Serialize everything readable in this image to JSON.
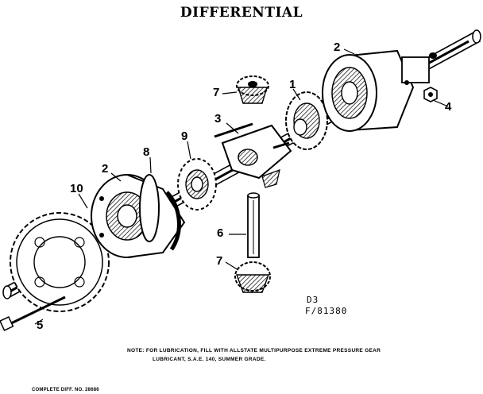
{
  "title": "DIFFERENTIAL",
  "callouts": {
    "c1": "1",
    "c2a": "2",
    "c2b": "2",
    "c3": "3",
    "c4": "4",
    "c5": "5",
    "c6": "6",
    "c7a": "7",
    "c7b": "7",
    "c8": "8",
    "c9": "9",
    "c10": "10"
  },
  "diagram_code": {
    "line1": "D3",
    "line2": "F/81380"
  },
  "note": {
    "line1": "NOTE: FOR LUBRICATION, FILL WITH ALLSTATE MULTIPURPOSE EXTREME PRESSURE GEAR",
    "line2": "LUBRICANT, S.A.E. 140, SUMMER GRADE."
  },
  "footer": "COMPLETE DIFF. NO. 28686"
}
